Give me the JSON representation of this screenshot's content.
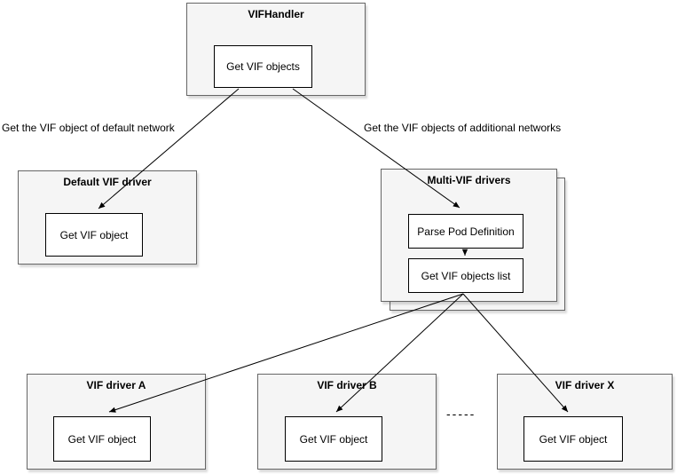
{
  "diagram": {
    "nodes": {
      "vif_handler": {
        "title": "VIFHandler",
        "steps": [
          "Get VIF objects"
        ]
      },
      "default_vif_driver": {
        "title": "Default VIF driver",
        "steps": [
          "Get VIF object"
        ]
      },
      "multi_vif_drivers": {
        "title": "Multi-VIF drivers",
        "steps": [
          "Parse Pod Definition",
          "Get VIF objects list"
        ]
      },
      "vif_driver_a": {
        "title": "VIF driver A",
        "steps": [
          "Get VIF object"
        ]
      },
      "vif_driver_b": {
        "title": "VIF driver B",
        "steps": [
          "Get VIF object"
        ]
      },
      "vif_driver_x": {
        "title": "VIF driver X",
        "steps": [
          "Get VIF object"
        ]
      }
    },
    "edge_labels": {
      "default_network": "Get the VIF object of default network",
      "additional_networks": "Get the VIF objects of additional networks"
    },
    "separator": "-----",
    "colors": {
      "container_fill": "#f5f5f5",
      "container_stroke": "#666666",
      "node_fill": "#ffffff",
      "node_stroke": "#000000",
      "edge_color": "#000000",
      "text_color": "#000000",
      "bg": "#ffffff"
    }
  }
}
